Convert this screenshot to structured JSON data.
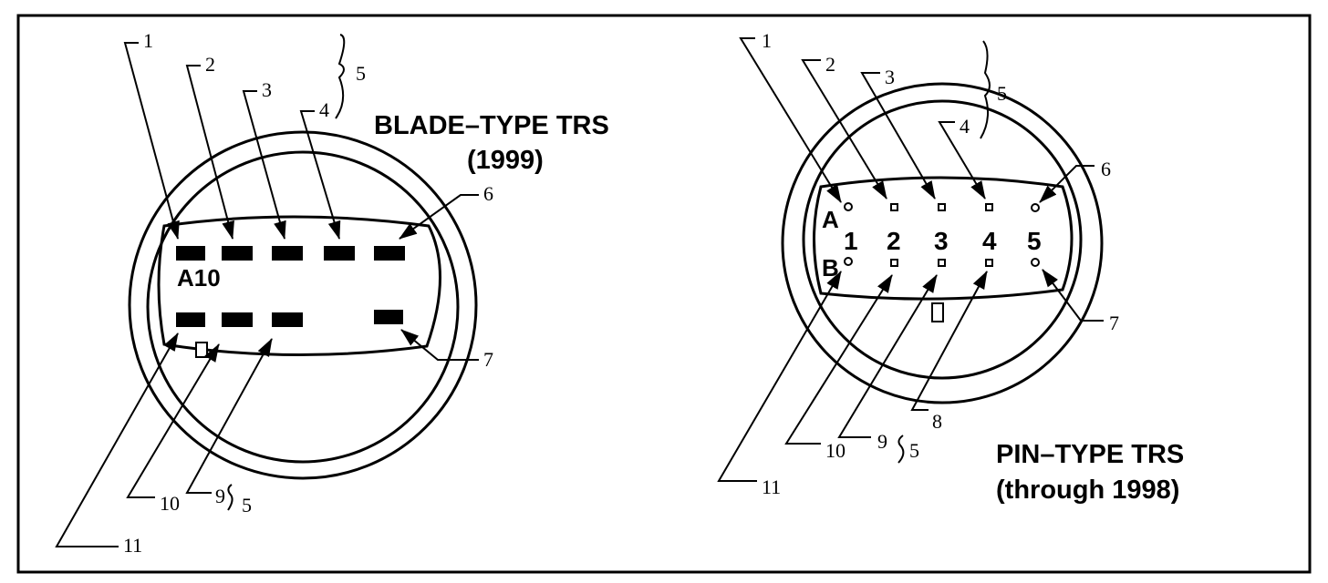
{
  "blade": {
    "title_line1": "BLADE–TYPE TRS",
    "title_line2": "(1999)",
    "marking": "A10",
    "callouts": {
      "c1": "1",
      "c2": "2",
      "c3": "3",
      "c4": "4",
      "c5_top": "5",
      "c6": "6",
      "c7": "7",
      "c9": "9",
      "c10": "10",
      "c5_bottom": "5",
      "c11": "11"
    }
  },
  "pin": {
    "title_line1": "PIN–TYPE TRS",
    "title_line2": "(through 1998)",
    "row_a": "A",
    "row_b": "B",
    "columns": [
      "1",
      "2",
      "3",
      "4",
      "5"
    ],
    "callouts": {
      "c1": "1",
      "c2": "2",
      "c3": "3",
      "c4": "4",
      "c5_top": "5",
      "c6": "6",
      "c7": "7",
      "c8": "8",
      "c9": "9",
      "c10": "10",
      "c5_bottom": "5",
      "c11": "11"
    }
  }
}
